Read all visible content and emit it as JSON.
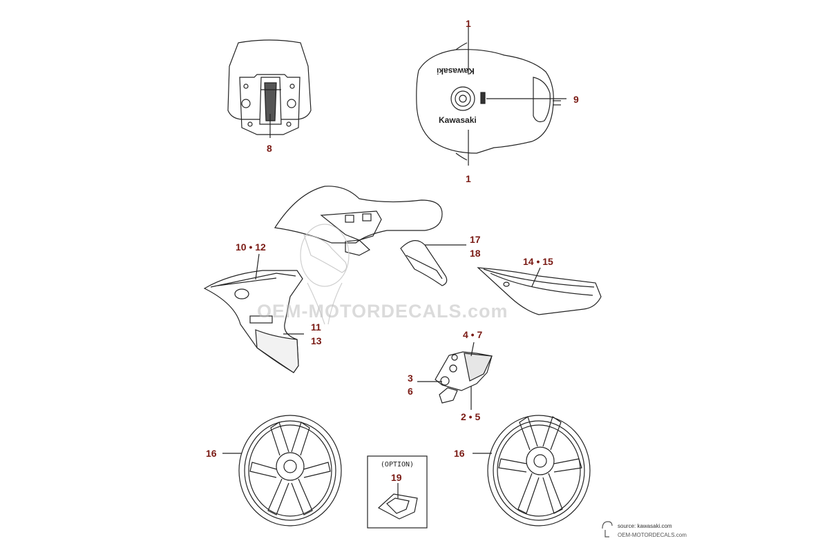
{
  "callouts": {
    "c1_top": "1",
    "c1_bottom": "1",
    "c8": "8",
    "c9": "9",
    "c10_12": "10 • 12",
    "c17": "17",
    "c18": "18",
    "c14_15": "14 • 15",
    "c11": "11",
    "c13": "13",
    "c4_7": "4 • 7",
    "c3": "3",
    "c6": "6",
    "c2_5": "2 • 5",
    "c16_left": "16",
    "c16_right": "16",
    "c19": "19"
  },
  "option_label": "(OPTION)",
  "watermark": "OEM-MOTORDECALS.com",
  "tank_logo_top": "Kawasaki",
  "tank_logo_bottom": "Kawasaki",
  "source_credit": "source: kawasaki.com",
  "source_site": "OEM-MOTORDECALS.com",
  "colors": {
    "callout": "#7a1a14",
    "line": "#222222",
    "watermark": "#bebebe"
  },
  "icons": [
    "windscreen-diagram",
    "fuel-tank-diagram",
    "tail-cowl-diagram",
    "side-fairing-diagram",
    "lower-cowl-diagram",
    "heel-guard-diagram",
    "wheel-diagram",
    "option-part-diagram",
    "logo-icon"
  ]
}
